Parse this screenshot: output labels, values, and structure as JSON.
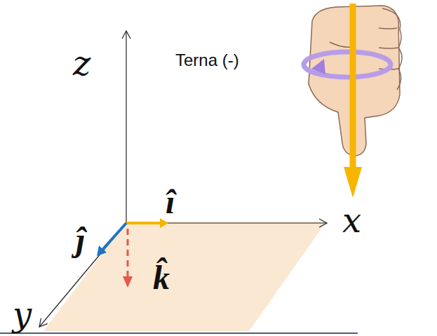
{
  "diagram": {
    "labels": [
      "z",
      "Terna (-)",
      "î",
      "ĵ",
      "k̂",
      "x",
      "y"
    ]
  }
}
